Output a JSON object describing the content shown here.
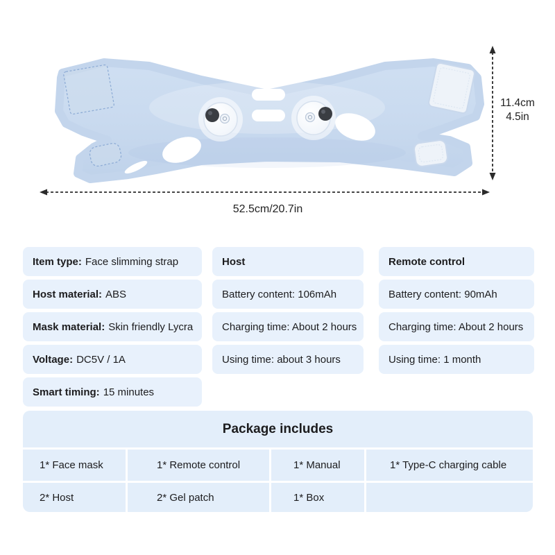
{
  "dimensions": {
    "height_cm": "11.4cm",
    "height_in": "4.5in",
    "width": "52.5cm/20.7in"
  },
  "specs": {
    "general": [
      {
        "label": "Item type:",
        "value": "Face slimming strap"
      },
      {
        "label": "Host material:",
        "value": "ABS"
      },
      {
        "label": "Mask material:",
        "value": "Skin friendly Lycra"
      },
      {
        "label": "Voltage:",
        "value": "DC5V / 1A"
      },
      {
        "label": "Smart timing:",
        "value": "15 minutes"
      }
    ],
    "host": {
      "title": "Host",
      "rows": [
        "Battery content: 106mAh",
        "Charging time: About 2 hours",
        "Using time: about 3 hours"
      ]
    },
    "remote": {
      "title": "Remote control",
      "rows": [
        "Battery content: 90mAh",
        "Charging time: About 2 hours",
        "Using time: 1 month"
      ]
    }
  },
  "package": {
    "title": "Package includes",
    "items": [
      "1* Face mask",
      "1* Remote control",
      "1* Manual",
      "1* Type-C charging cable",
      "2* Host",
      "2* Gel patch",
      "1* Box",
      ""
    ]
  },
  "colors": {
    "panel_blue": "#e8f1fc",
    "package_blue": "#e3eefa",
    "fabric_blue": "#c7d8ee",
    "text": "#1c1c1e",
    "arrow": "#2b2b2b"
  }
}
